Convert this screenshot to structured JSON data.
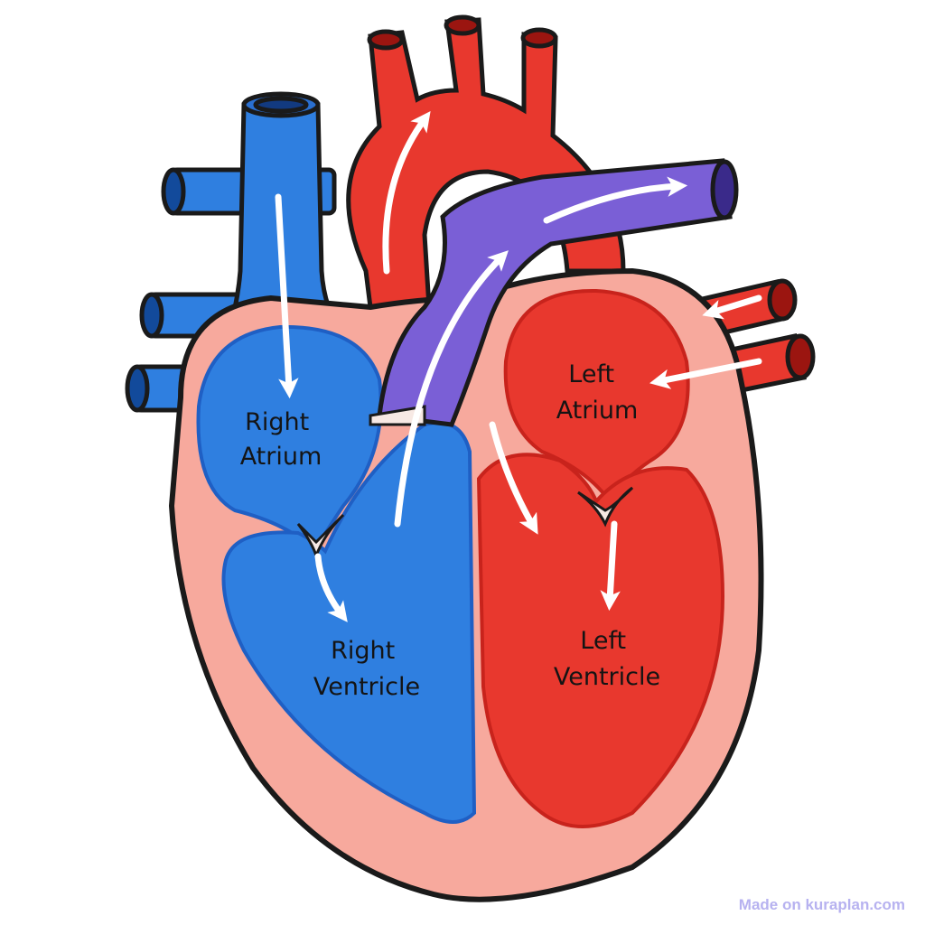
{
  "diagram": {
    "labels": {
      "right_atrium": [
        "Right",
        "Atrium"
      ],
      "right_ventricle": [
        "Right",
        "Ventricle"
      ],
      "left_atrium": [
        "Left",
        "Atrium"
      ],
      "left_ventricle": [
        "Left",
        "Ventricle"
      ]
    },
    "colors": {
      "deoxygenated": "#2f7fe0",
      "deoxygenated_dark": "#1f5fc4",
      "oxygenated": "#e8382e",
      "oxygenated_dark": "#c8231c",
      "pulmonary_artery": "#7a5fd6",
      "heart_wall": "#f7a99d",
      "outline": "#1a1a1a",
      "arrow": "#ffffff"
    }
  },
  "watermark": "Made on kuraplan.com"
}
